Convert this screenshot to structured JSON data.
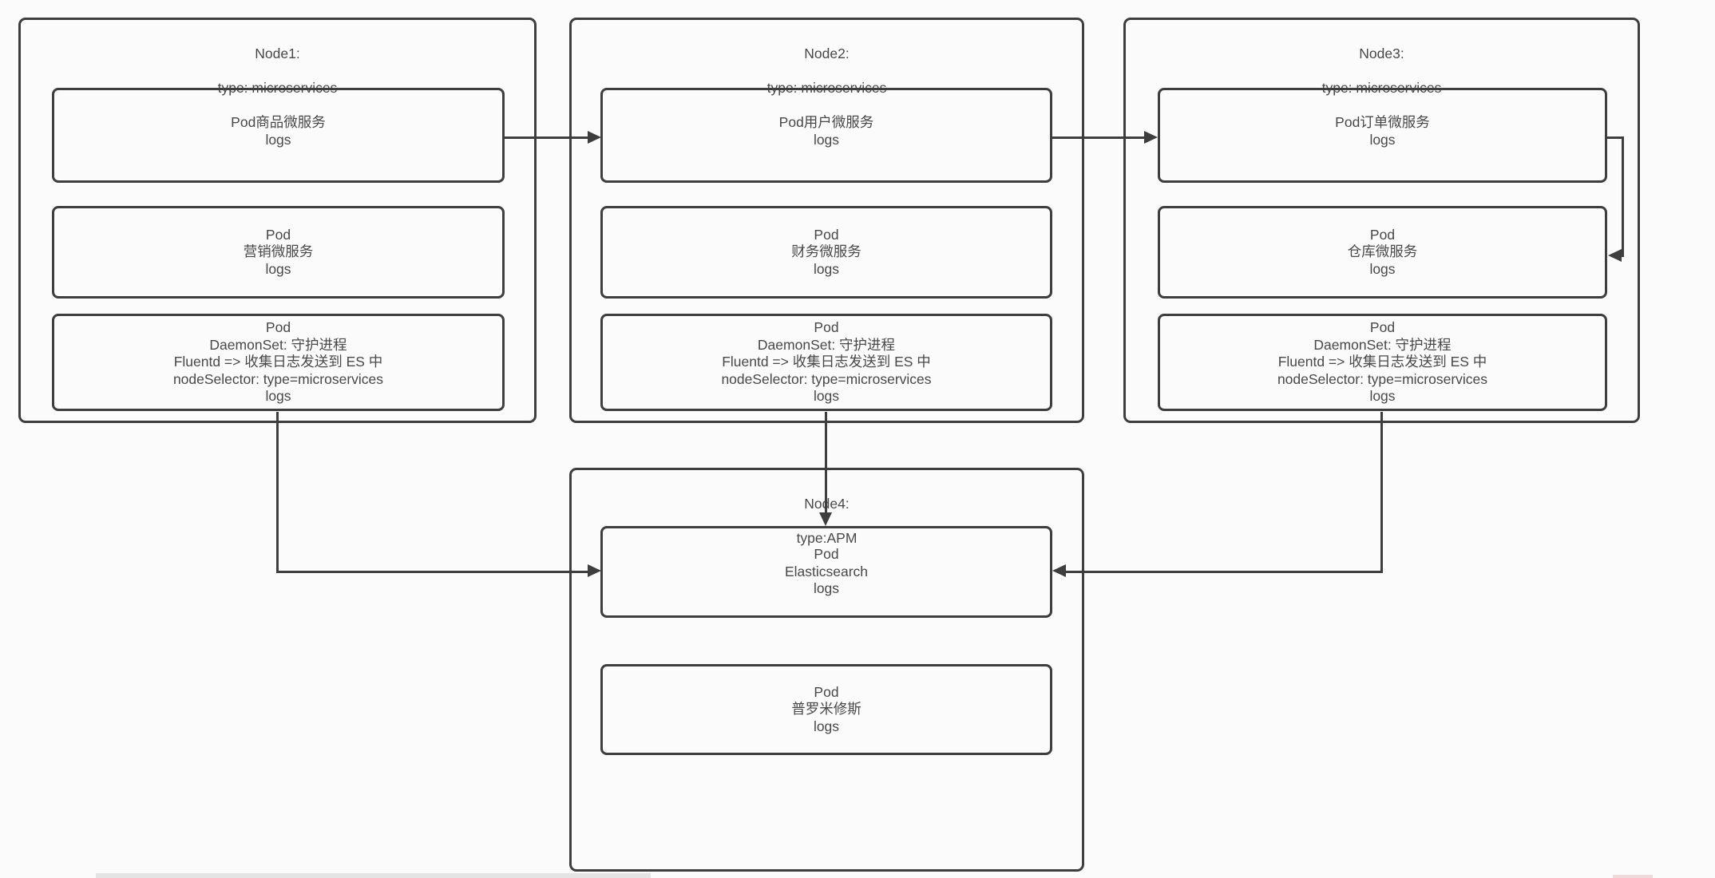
{
  "colors": {
    "background": "#fbfbfb",
    "line": "#3e3e3e",
    "text": "#484848"
  },
  "nodes": [
    {
      "id": "node1",
      "title": "Node1:",
      "subtitle": "type: microservices",
      "pods": [
        {
          "id": "pod-shangpin",
          "lines": [
            "Pod商品微服务",
            "logs"
          ]
        },
        {
          "id": "pod-yingxiao",
          "lines": [
            "Pod",
            "营销微服务",
            "logs"
          ]
        },
        {
          "id": "pod-daemonset",
          "lines": [
            "Pod",
            "DaemonSet: 守护进程",
            "Fluentd => 收集日志发送到 ES 中",
            "nodeSelector: type=microservices",
            "logs"
          ]
        }
      ]
    },
    {
      "id": "node2",
      "title": "Node2:",
      "subtitle": "type: microservices",
      "pods": [
        {
          "id": "pod-yonghu",
          "lines": [
            "Pod用户微服务",
            "logs"
          ]
        },
        {
          "id": "pod-caiwu",
          "lines": [
            "Pod",
            "财务微服务",
            "logs"
          ]
        },
        {
          "id": "pod-daemonset",
          "lines": [
            "Pod",
            "DaemonSet: 守护进程",
            "Fluentd => 收集日志发送到 ES 中",
            "nodeSelector: type=microservices",
            "logs"
          ]
        }
      ]
    },
    {
      "id": "node3",
      "title": "Node3:",
      "subtitle": "type: microservices",
      "pods": [
        {
          "id": "pod-dingdan",
          "lines": [
            "Pod订单微服务",
            "logs"
          ]
        },
        {
          "id": "pod-cangku",
          "lines": [
            "Pod",
            "仓库微服务",
            "logs"
          ]
        },
        {
          "id": "pod-daemonset",
          "lines": [
            "Pod",
            "DaemonSet: 守护进程",
            "Fluentd => 收集日志发送到 ES 中",
            "nodeSelector: type=microservices",
            "logs"
          ]
        }
      ]
    },
    {
      "id": "node4",
      "title": "Node4:",
      "subtitle": "type:APM",
      "pods": [
        {
          "id": "pod-elasticsearch",
          "lines": [
            "Pod",
            "Elasticsearch",
            "logs"
          ]
        },
        {
          "id": "pod-prometheus",
          "lines": [
            "Pod",
            "普罗米修斯",
            "logs"
          ]
        }
      ]
    }
  ],
  "edges": [
    {
      "from": "node1/Pod商品微服务",
      "to": "node2/Pod用户微服务",
      "style": "arrow-right"
    },
    {
      "from": "node2/Pod用户微服务",
      "to": "node3/Pod订单微服务",
      "style": "arrow-right"
    },
    {
      "from": "node3/Pod订单微服务",
      "to": "node3/Pod仓库微服务",
      "style": "loop-right-side"
    },
    {
      "from": "node1/DaemonSet",
      "to": "node4/Pod Elasticsearch",
      "style": "down-then-right-arrow"
    },
    {
      "from": "node2/DaemonSet",
      "to": "node4/Pod Elasticsearch",
      "style": "straight-down-arrow"
    },
    {
      "from": "node3/DaemonSet",
      "to": "node4/Pod Elasticsearch",
      "style": "down-then-left-arrow"
    }
  ]
}
